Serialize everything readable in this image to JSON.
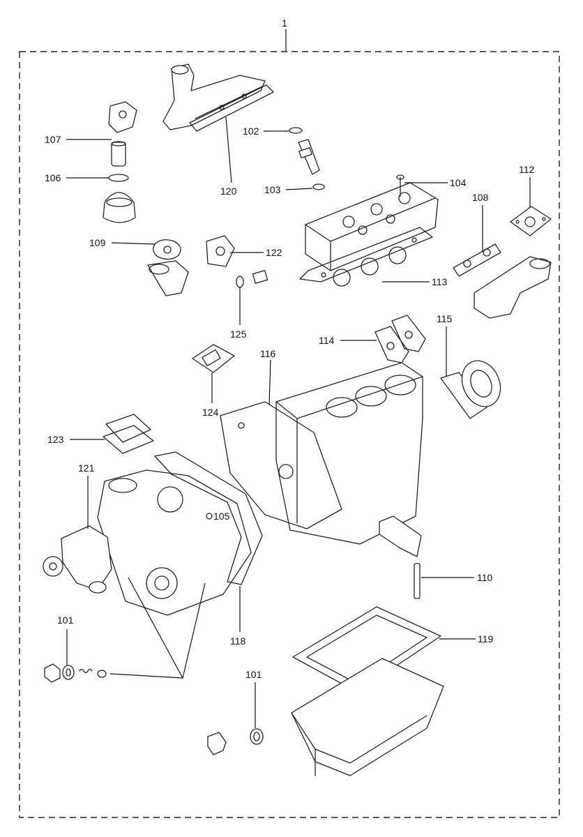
{
  "assembly_label": "1",
  "labels": {
    "l101a": "101",
    "l101b": "101",
    "l102": "102",
    "l103": "103",
    "l104": "104",
    "l105": "105",
    "l106": "106",
    "l107": "107",
    "l108": "108",
    "l109": "109",
    "l110": "110",
    "l112": "112",
    "l113": "113",
    "l114": "114",
    "l115": "115",
    "l116": "116",
    "l118": "118",
    "l119": "119",
    "l120": "120",
    "l121": "121",
    "l122": "122",
    "l123": "123",
    "l124": "124",
    "l125": "125"
  }
}
